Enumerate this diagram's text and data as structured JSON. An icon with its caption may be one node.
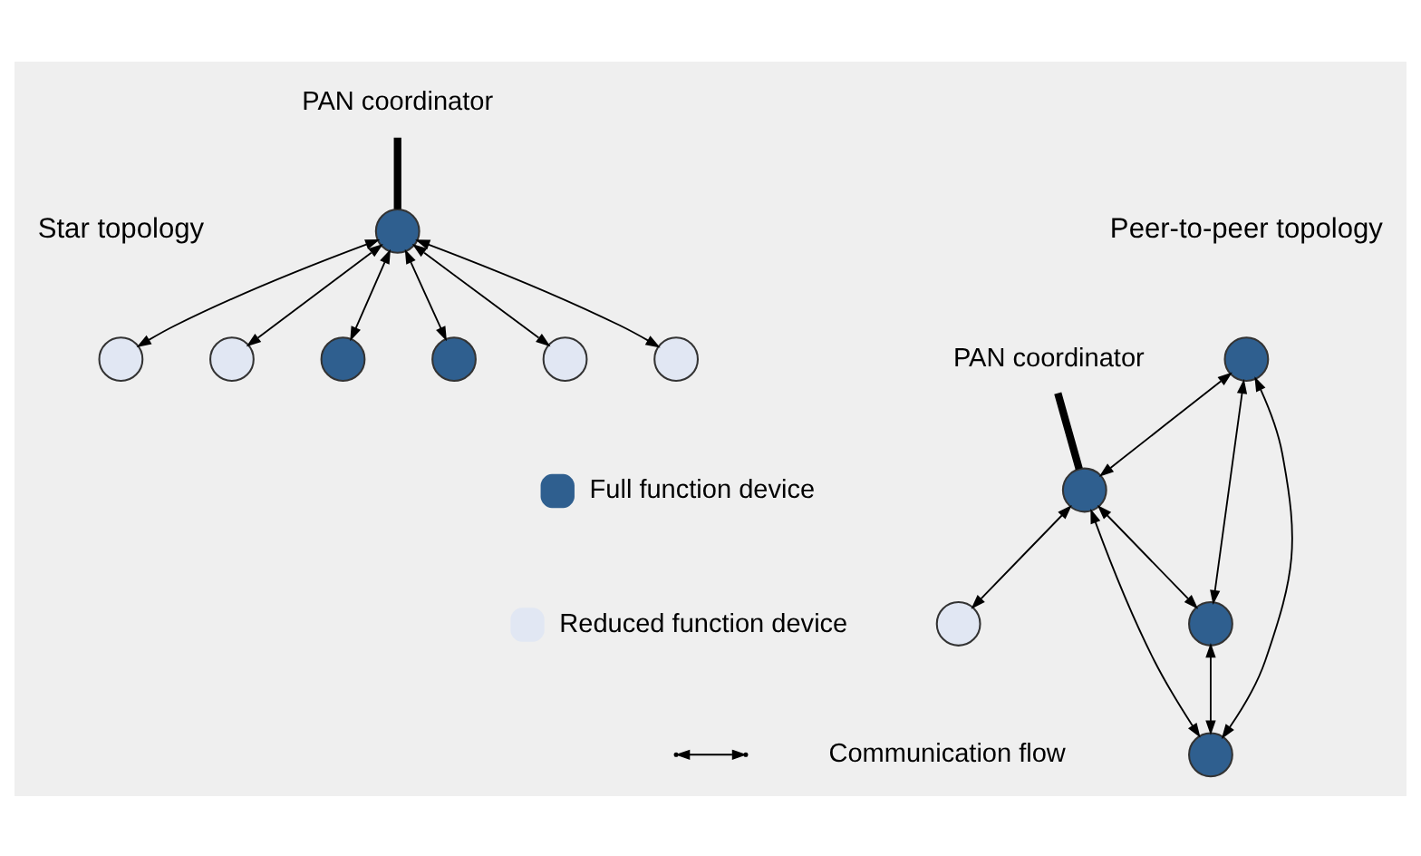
{
  "diagram": {
    "nodes": [
      {
        "text": [],
        "shape": "circle"
      },
      {
        "text": [],
        "shape": "circle"
      },
      {
        "text": [],
        "shape": "circle"
      },
      {
        "text": [],
        "shape": "circle"
      },
      {
        "text": [],
        "shape": "circle"
      },
      {
        "text": [],
        "shape": "circle"
      },
      {
        "text": [
          "PAN coordinator"
        ]
      },
      {
        "text": [],
        "shape": "circle"
      },
      {
        "text": [],
        "shape": "circle"
      },
      {
        "text": [],
        "shape": "circle"
      },
      {
        "text": [],
        "shape": "circle"
      },
      {
        "text": [],
        "shape": "circle"
      },
      {
        "text": [
          "PAN coordinator"
        ]
      },
      {
        "text": [],
        "shape": "circle"
      }
    ],
    "edges": [
      {
        "from": 4,
        "to": 0,
        "arrow": "both"
      },
      {
        "from": 4,
        "to": 1,
        "arrow": "both"
      },
      {
        "from": 4,
        "to": 2,
        "arrow": "both"
      },
      {
        "from": 4,
        "to": 3,
        "arrow": "both"
      },
      {
        "from": 4,
        "to": 5,
        "arrow": "both"
      },
      {
        "from": 4,
        "to": 7,
        "arrow": "both"
      },
      {
        "from": 6,
        "to": 4,
        "arrow": "none",
        "style": "thick"
      },
      {
        "from": 8,
        "to": 11,
        "arrow": "both"
      },
      {
        "from": 8,
        "to": 9,
        "arrow": "both"
      },
      {
        "from": 8,
        "to": 13,
        "arrow": "both"
      },
      {
        "from": 9,
        "to": 11,
        "arrow": "both"
      },
      {
        "from": 9,
        "to": 13,
        "arrow": "both"
      },
      {
        "from": 11,
        "to": 13,
        "arrow": "both"
      },
      {
        "from": 9,
        "to": 10,
        "arrow": "both"
      },
      {
        "from": 12,
        "to": 9,
        "arrow": "none",
        "style": "thick"
      }
    ],
    "labels": [
      "Star topology",
      "Peer-to-peer topology"
    ],
    "legend": [
      {
        "text": "Full function device",
        "color": "#2f5f8f"
      },
      {
        "text": "Reduced function device",
        "color": "#e1e7f3"
      },
      {
        "text": "Communication flow"
      }
    ]
  }
}
